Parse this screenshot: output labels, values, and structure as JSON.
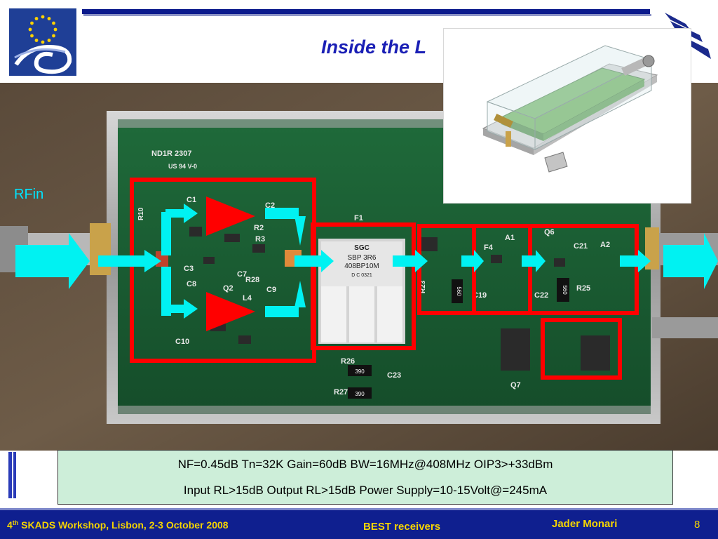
{
  "header": {
    "title": "Inside the L"
  },
  "photo": {
    "rfin_label": "RFin",
    "component_labels": {
      "c1": "C1",
      "c2": "C2",
      "c3": "C3",
      "c7": "C7",
      "c8": "C8",
      "c9": "C9",
      "c10": "C10",
      "r10": "R10",
      "r2": "R2",
      "r3": "R3",
      "r28": "R28",
      "q2": "Q2",
      "l4": "L4",
      "f1": "F1",
      "a1": "A1",
      "a2": "A2",
      "q6": "Q6",
      "q7": "Q7",
      "r25": "R25",
      "r26": "R26",
      "r27": "R27",
      "c19": "C19",
      "c21": "C21",
      "c22": "C22",
      "c23": "C23",
      "f4": "F4",
      "r23": "R23",
      "nd1r": "ND1R 2307",
      "ul": "US 94 V-0"
    },
    "filter_chip": {
      "line1": "SGC",
      "line2": "SBP 3R6",
      "line3": "408BP10M",
      "line4": "D C 0321"
    },
    "resistor_labels": {
      "r560_a": "560",
      "r560_b": "560",
      "r390_a": "390",
      "r390_b": "390"
    }
  },
  "specs": {
    "line1": "NF=0.45dB Tn=32K Gain=60dB BW=16MHz@408MHz OIP3>+33dBm",
    "line2": "Input RL>15dB Output RL>15dB Power Supply=10-15Volt@=245mA"
  },
  "footer": {
    "workshop_prefix": "4",
    "workshop_sup": "th",
    "workshop_rest": " SKADS Workshop, Lisbon, 2-3 October 2008",
    "center": "BEST receivers",
    "author": "Jader Monari",
    "page": "8"
  },
  "colors": {
    "footer_bg": "#0f1f8f",
    "footer_text": "#f5d400",
    "title": "#1a1fb5",
    "arrow": "#00f2f2",
    "highlight": "#ff0000",
    "specs_bg": "#cdeed9"
  }
}
